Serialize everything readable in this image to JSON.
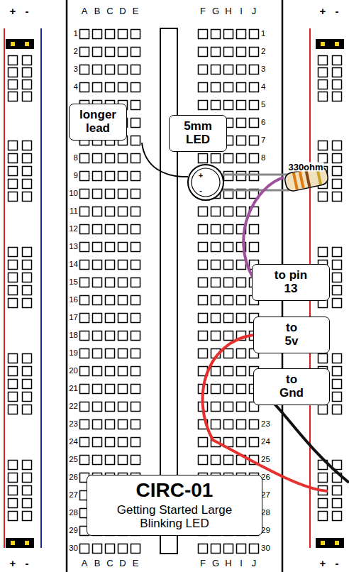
{
  "diagram": {
    "nodes": [
      {
        "text": [
          "longer lead"
        ]
      },
      {
        "text": [
          "5mm LED"
        ]
      },
      {
        "text": [
          "to pin 13"
        ]
      },
      {
        "text": [
          "to 5v"
        ]
      },
      {
        "text": [
          "to Gnd"
        ]
      },
      {
        "text": [
          "CIRC-01",
          "Getting Started Large Blinking LED"
        ]
      }
    ],
    "labels": [
      "+",
      "-",
      "A",
      "B",
      "C",
      "D",
      "E",
      "F",
      "G",
      "H",
      "I",
      "J",
      "+",
      "-",
      "1",
      "2",
      "3",
      "4",
      "8",
      "9",
      "10",
      "11",
      "12",
      "13",
      "14",
      "15",
      "16",
      "17",
      "18",
      "19",
      "20",
      "21",
      "22",
      "23",
      "24",
      "25",
      "26",
      "27",
      "28",
      "29",
      "30",
      "1",
      "2",
      "3",
      "4",
      "5",
      "6",
      "7",
      "8",
      "23",
      "24",
      "25",
      "26",
      "27",
      "28",
      "29",
      "30",
      "+",
      "-",
      "A",
      "B",
      "C",
      "D",
      "E",
      "F",
      "G",
      "H",
      "I",
      "J",
      "+",
      "-",
      "+",
      "-",
      "330ohm"
    ]
  }
}
